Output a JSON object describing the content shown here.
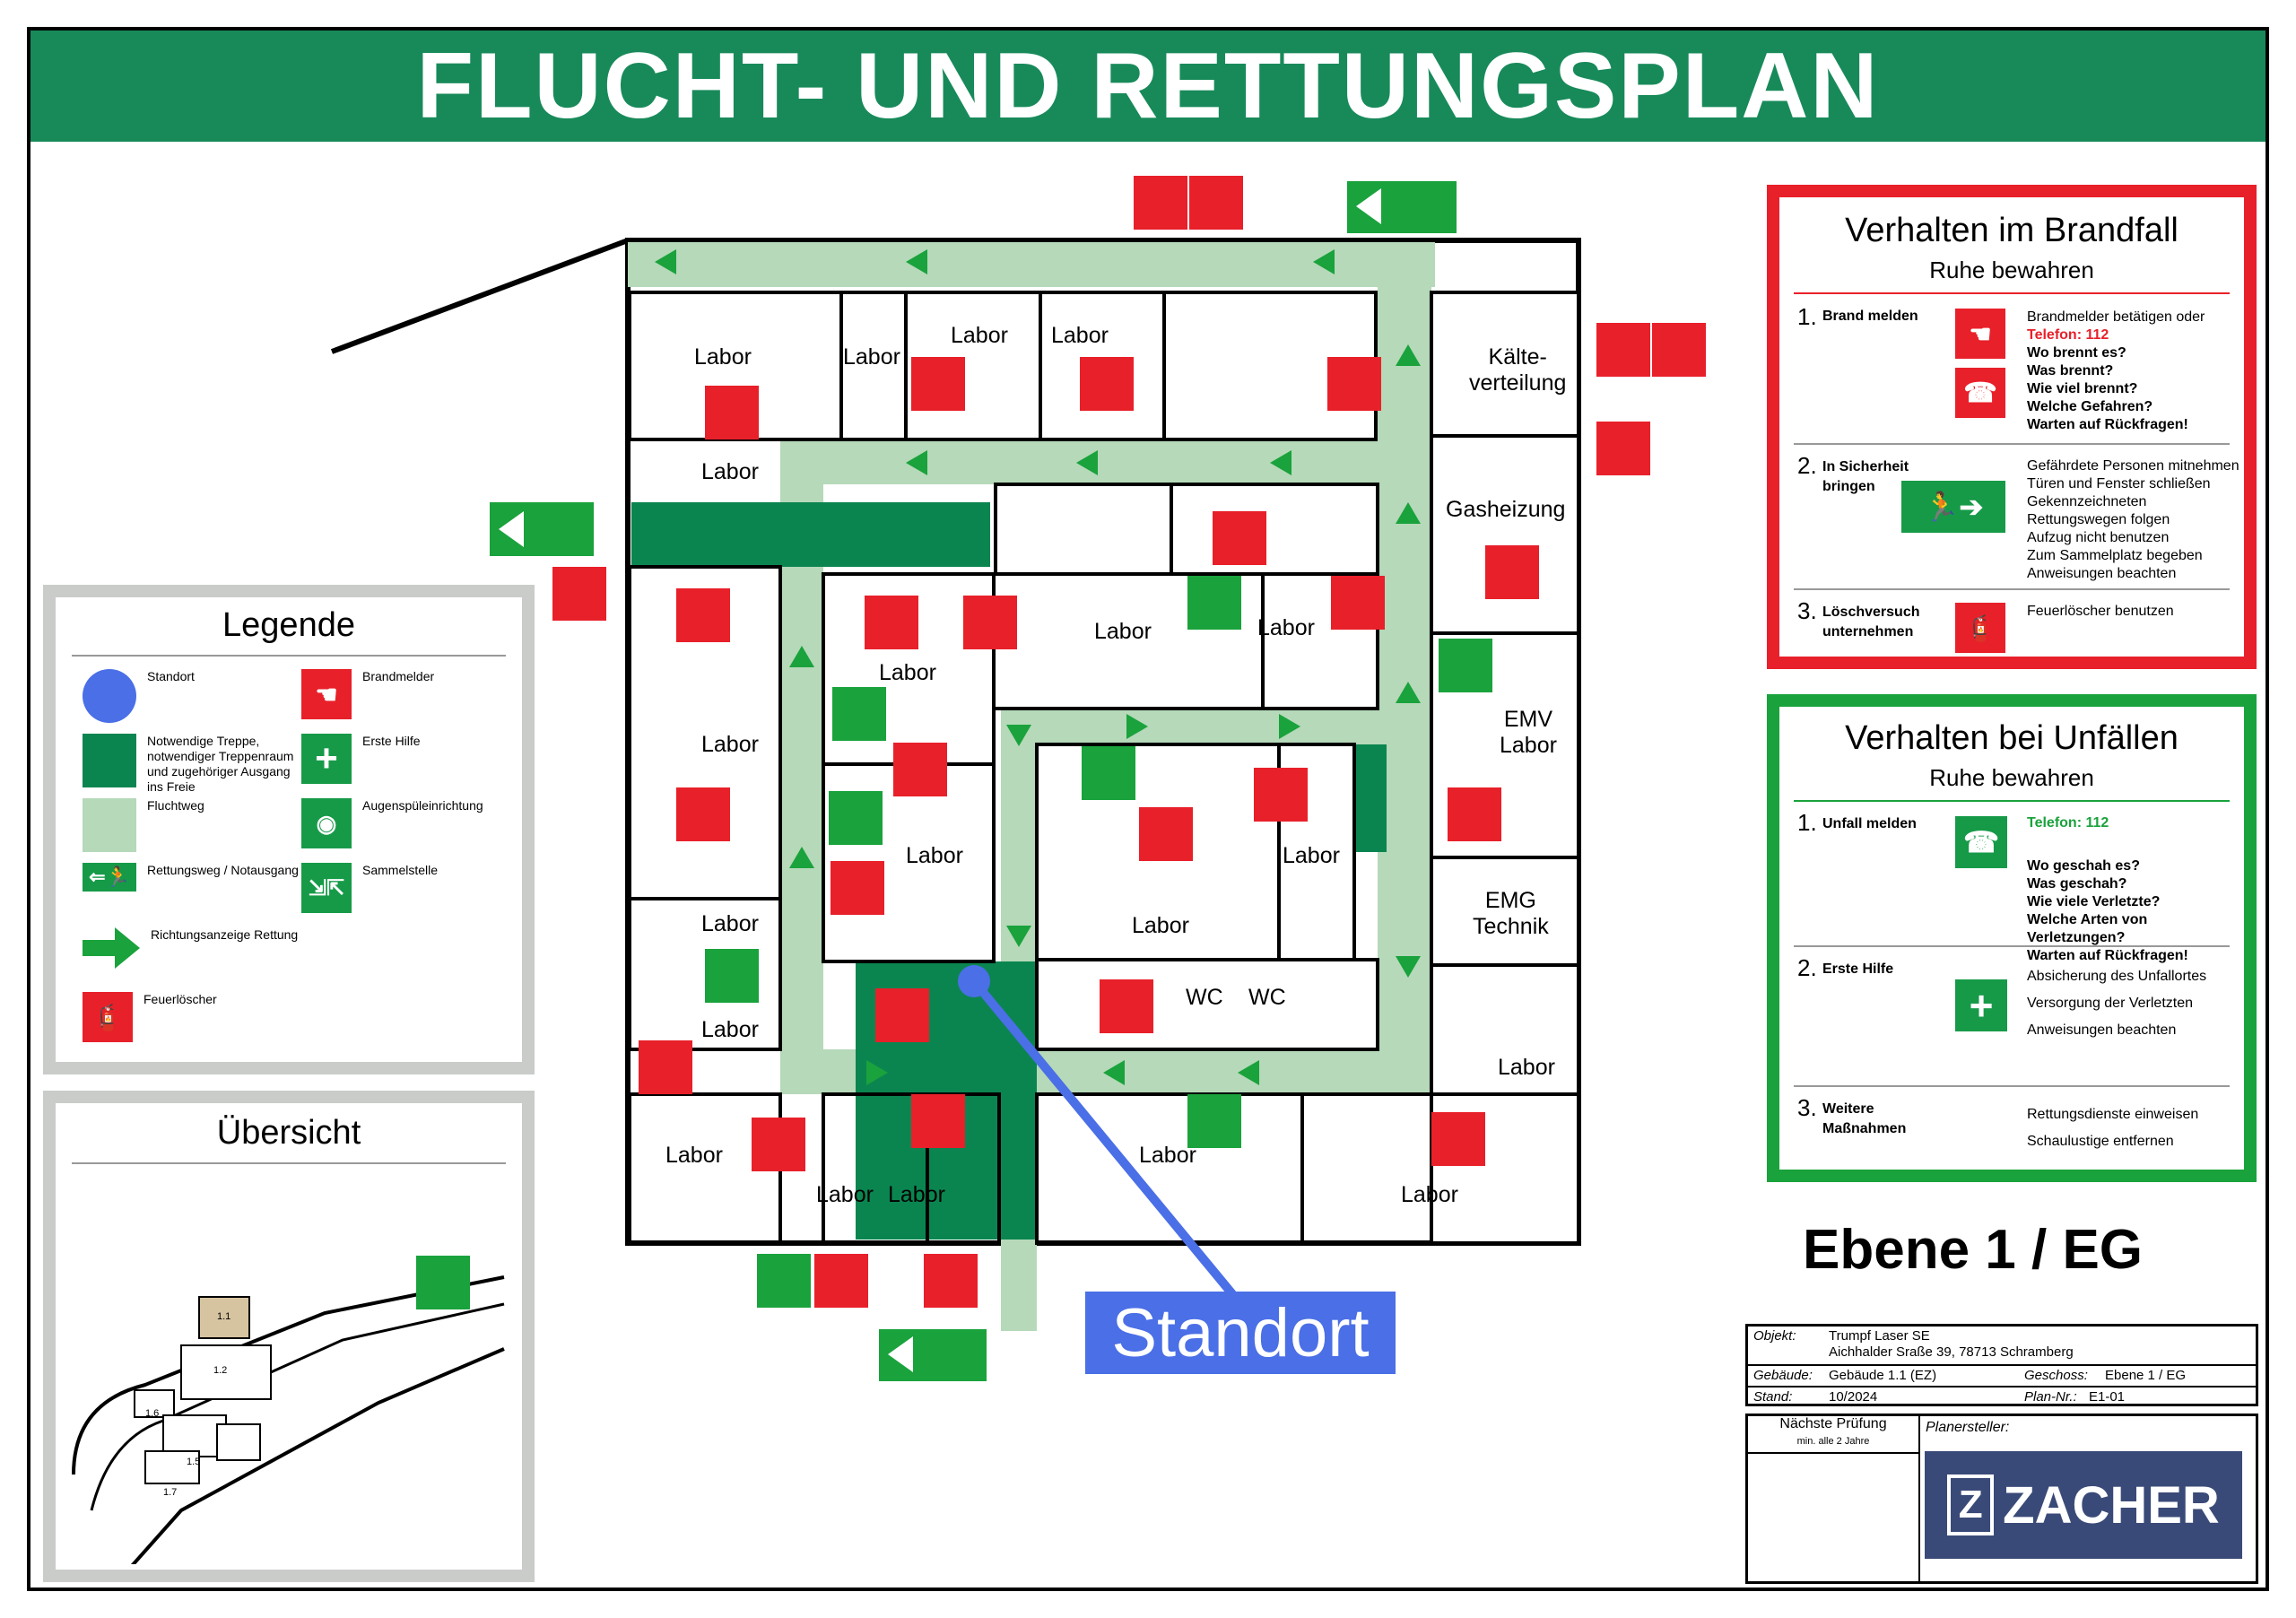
{
  "title": "FLUCHT- UND RETTUNGSPLAN",
  "colors": {
    "green": "#188a5a",
    "fire_red": "#e8202a",
    "escape_green": "#1aa23c",
    "path_light": "#b5d9b9",
    "marker_blue": "#4a6fe6",
    "logo": "#3a4a78"
  },
  "legend": {
    "title": "Legende",
    "items": [
      {
        "icon": "standort-dot",
        "label": "Standort"
      },
      {
        "icon": "fire-alarm-icon",
        "label": "Brandmelder"
      },
      {
        "icon": "stair-block",
        "label": "Notwendige Treppe, notwendiger Treppenraum und zugehöriger Ausgang ins Freie"
      },
      {
        "icon": "first-aid-icon",
        "label": "Erste Hilfe"
      },
      {
        "icon": "escape-route-block",
        "label": "Fluchtweg"
      },
      {
        "icon": "eyewash-icon",
        "label": "Augenspüleinrichtung"
      },
      {
        "icon": "emergency-exit-icon",
        "label": "Rettungsweg / Notausgang"
      },
      {
        "icon": "assembly-point-icon",
        "label": "Sammelstelle"
      },
      {
        "icon": "direction-arrow-icon",
        "label": "Richtungsanzeige Rettung"
      },
      {
        "icon": "extinguisher-icon",
        "label": "Feuerlöscher"
      }
    ]
  },
  "overview": {
    "title": "Übersicht",
    "building_labels": [
      "1.1",
      "1.2",
      "1.5",
      "1.6",
      "1.7"
    ]
  },
  "floorplan": {
    "rooms": [
      "Labor",
      "Labor",
      "Labor",
      "Labor",
      "Kälte-\nverteilung",
      "Labor",
      "Gasheizung",
      "Labor",
      "Labor",
      "Labor",
      "Labor",
      "EMV\nLabor",
      "Labor",
      "Labor",
      "Labor",
      "EMG\nTechnik",
      "Labor",
      "Labor",
      "Labor",
      "Labor",
      "Labor",
      "Labor",
      "Labor",
      "WC",
      "WC"
    ],
    "standort_label": "Standort"
  },
  "fire": {
    "title": "Verhalten im Brandfall",
    "subtitle": "Ruhe bewahren",
    "steps": [
      {
        "num": "1.",
        "head": "Brand melden",
        "lines": [
          "Brandmelder betätigen oder",
          "Telefon: 112",
          "Wo brennt es?",
          "Was brennt?",
          "Wie viel brennt?",
          "Welche  Gefahren?",
          "Warten auf Rückfragen!"
        ]
      },
      {
        "num": "2.",
        "head": "In Sicherheit bringen",
        "lines": [
          "Gefährdete Personen mitnehmen",
          "Türen und Fenster schließen",
          "Gekennzeichneten Rettungswegen folgen",
          "Aufzug nicht benutzen",
          "Zum Sammelplatz begeben",
          "Anweisungen beachten"
        ]
      },
      {
        "num": "3.",
        "head": "Löschversuch unternehmen",
        "lines": [
          "Feuerlöscher benutzen"
        ]
      }
    ]
  },
  "accident": {
    "title": "Verhalten bei Unfällen",
    "subtitle": "Ruhe bewahren",
    "steps": [
      {
        "num": "1.",
        "head": "Unfall melden",
        "lines": [
          "Telefon: 112",
          "Wo geschah es?",
          "Was geschah?",
          "Wie viele  Verletzte?",
          "Welche Arten von Verletzungen?",
          "Warten auf Rückfragen!"
        ]
      },
      {
        "num": "2.",
        "head": "Erste Hilfe",
        "lines": [
          "Absicherung des Unfallortes",
          "Versorgung der Verletzten",
          "Anweisungen beachten"
        ]
      },
      {
        "num": "3.",
        "head": "Weitere Maßnahmen",
        "lines": [
          "Rettungsdienste einweisen",
          "Schaulustige entfernen"
        ]
      }
    ]
  },
  "level": "Ebene 1 / EG",
  "titleblock": {
    "objekt_label": "Objekt:",
    "objekt_line1": "Trumpf Laser SE",
    "objekt_line2": "Aichhalder Sraße 39, 78713 Schramberg",
    "gebaeude_label": "Gebäude:",
    "gebaeude": "Gebäude 1.1 (EZ)",
    "geschoss_label": "Geschoss:",
    "geschoss": "Ebene 1 / EG",
    "stand_label": "Stand:",
    "stand": "10/2024",
    "plan_label": "Plan-Nr.:",
    "plan": "E1-01",
    "pruefung": "Nächste Prüfung",
    "pruefung_sub": "min. alle 2 Jahre",
    "planer": "Planersteller:",
    "logo": "ZACHER"
  }
}
